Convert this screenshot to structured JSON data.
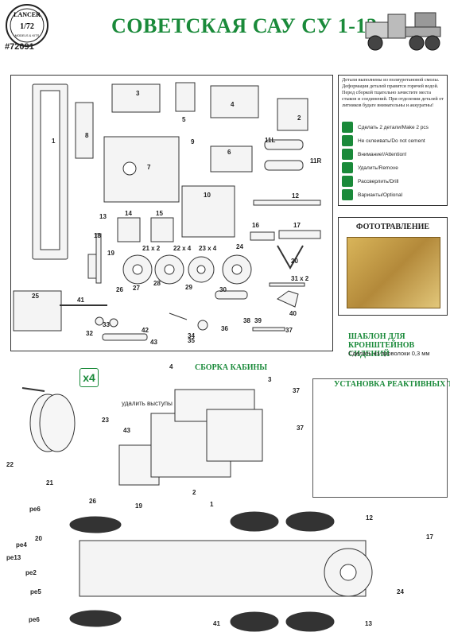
{
  "brand": {
    "name": "LANCER",
    "scale": "1/72",
    "sub": "MODELS & KITS",
    "sku": "#72091"
  },
  "title": "СОВЕТСКАЯ САУ СУ 1-12",
  "legend": {
    "note": "Детали выполнены из полиуретановой смолы. Деформация деталей правится горячей водой. Перед сборкой тщательно зачистите места стыков и соединений. При отделении деталей от литников будьте внимательны и аккуратны!",
    "items": [
      {
        "icon": "x2-icon",
        "label": "Сделать 2 детали/Make 2 pcs"
      },
      {
        "icon": "no-glue-icon",
        "label": "Не склеивать/Do not cement"
      },
      {
        "icon": "attention-icon",
        "label": "Внимание!/Attention!"
      },
      {
        "icon": "remove-icon",
        "label": "Удалить/Remove"
      },
      {
        "icon": "drill-icon",
        "label": "Рассверлить/Drill"
      },
      {
        "icon": "optional-icon",
        "label": "Варианты/Optional"
      }
    ]
  },
  "photoetch": {
    "title": "ФОТОТРАВЛЕНИЕ"
  },
  "template": {
    "title": "ШАБЛОН ДЛЯ КРОНШТЕЙНОВ СИДЕНИЙ",
    "note": "Сделать из проволоки 0,3 мм"
  },
  "sections": {
    "cabin": "СБОРКА КАБИНЫ",
    "jet": "УСТАНОВКА РЕАКТИВНЫХ ТЯГ"
  },
  "cabin_note": "удалить выступы",
  "wheel_multiplier": "x4",
  "parts": [
    "1",
    "2",
    "3",
    "4",
    "5",
    "6",
    "7",
    "8",
    "9",
    "10",
    "11L",
    "11R",
    "12",
    "13",
    "14",
    "15",
    "16",
    "17",
    "18",
    "19",
    "20",
    "21 x 2",
    "22 x 4",
    "23 x 4",
    "24",
    "25",
    "26",
    "27",
    "28",
    "29",
    "30",
    "31 x 2",
    "32",
    "33",
    "34",
    "35",
    "36",
    "37",
    "38",
    "39",
    "40",
    "41",
    "42",
    "43"
  ],
  "asm_labels": {
    "cabin": [
      "4",
      "3",
      "43",
      "2",
      "23",
      "22"
    ],
    "jet": [
      "37",
      "37"
    ],
    "chassis": [
      "21",
      "26",
      "19",
      "1",
      "12",
      "17",
      "pe6",
      "20",
      "pe4",
      "pe13",
      "pe2",
      "pe5",
      "pe6",
      "41",
      "13",
      "24"
    ]
  }
}
